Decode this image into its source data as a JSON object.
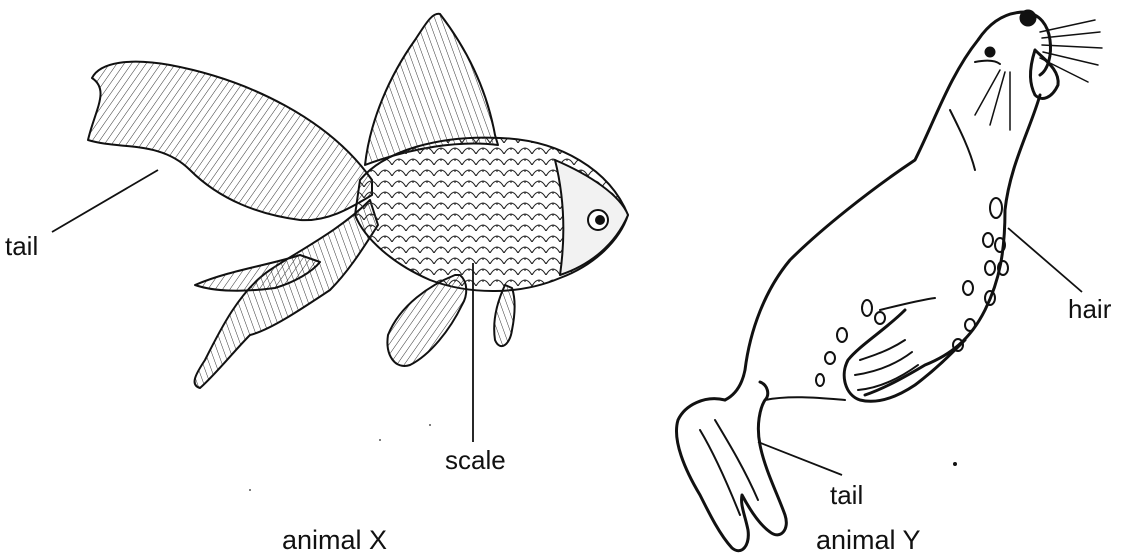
{
  "animals": [
    {
      "caption": "animal X",
      "icon": "goldfish-drawing",
      "labels": {
        "tail": "tail",
        "scale": "scale"
      }
    },
    {
      "caption": "animal Y",
      "icon": "seal-drawing",
      "labels": {
        "hair": "hair",
        "tail": "tail"
      }
    }
  ],
  "colors": {
    "ink": "#111111",
    "background": "#ffffff"
  }
}
